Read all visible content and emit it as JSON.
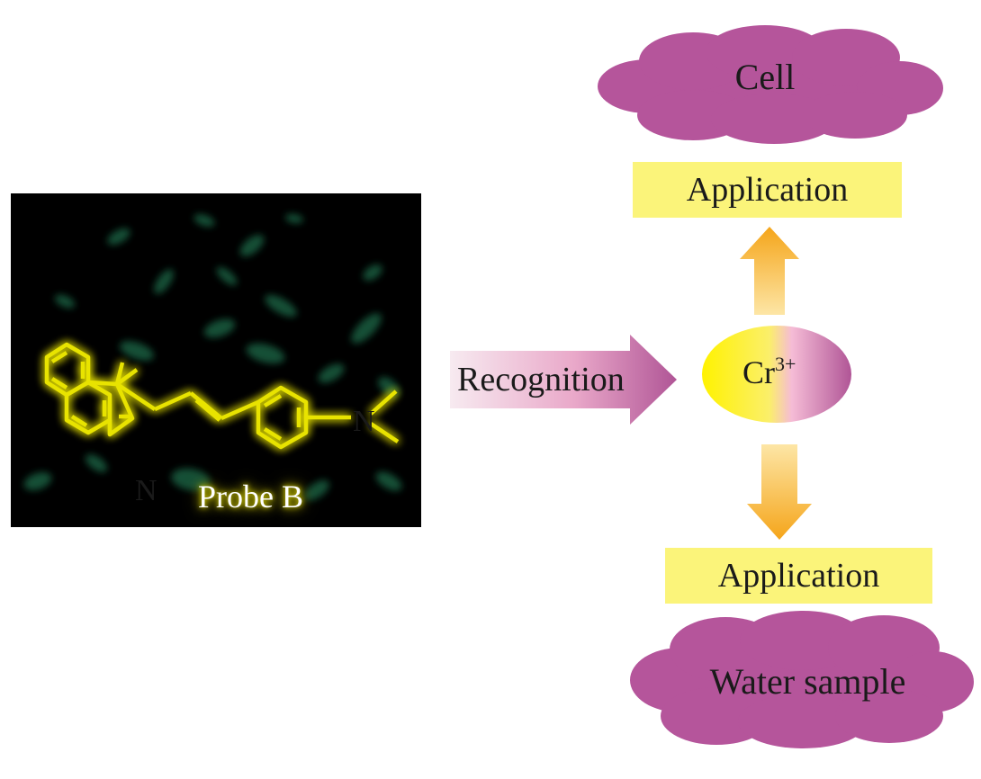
{
  "micrograph": {
    "probe_label": "Probe B",
    "atom_n_ring": "N",
    "atom_n_amine": "N",
    "glow_color": "#e8e300",
    "cell_color": "#1a6b4a"
  },
  "recognition": {
    "label": "Recognition",
    "arrow_color_start": "#f7e8ef",
    "arrow_color_end": "#b05596"
  },
  "ion": {
    "symbol": "Cr",
    "charge": "3+",
    "color_left": "#fff200",
    "color_right": "#b05596"
  },
  "top_branch": {
    "application_label": "Application",
    "target_label": "Cell"
  },
  "bottom_branch": {
    "application_label": "Application",
    "target_label": "Water sample"
  },
  "colors": {
    "cloud": "#b5559b",
    "application_box": "#fbf47a",
    "arrow_orange": "#f5a51a",
    "arrow_light": "#fde6a6"
  }
}
